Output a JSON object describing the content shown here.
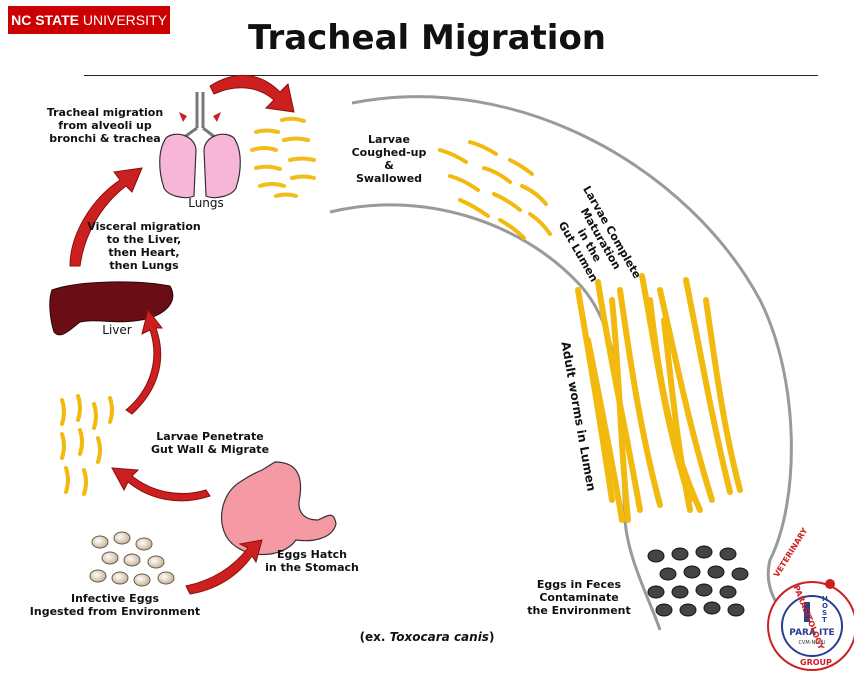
{
  "header": {
    "brand_bold": "NC STATE",
    "brand_light": "UNIVERSITY",
    "title": "Tracheal Migration"
  },
  "labels": {
    "tracheal": "Tracheal migration\nfrom alveoli up\nbronchi & trachea",
    "lungs": "Lungs",
    "visceral": "Visceral migration\nto the Liver,\nthen Heart,\nthen Lungs",
    "liver": "Liver",
    "coughed": "Larvae\nCoughed-up\n&\nSwallowed",
    "maturation": "Larvae Complete\nMaturation\nin the\nGut Lumen",
    "adult": "Adult worms in Lumen",
    "penetrate": "Larvae Penetrate\nGut Wall & Migrate",
    "hatch": "Eggs Hatch\nin the Stomach",
    "infective": "Infective Eggs\nIngested from Environment",
    "feces": "Eggs in Feces\nContaminate\nthe Environment"
  },
  "caption": {
    "prefix": "(ex. ",
    "species": "Toxocara canis",
    "suffix": ")"
  },
  "logo": {
    "ring_top": "VETERINARY",
    "ring_right": "PARASITOLOGY",
    "ring_bottom": "GROUP",
    "center": "PARA  ITE",
    "sub": "CVM-NCSU",
    "vertical": "HOST"
  },
  "colors": {
    "arrow_red": "#cc1f1f",
    "arrow_dark": "#8a0f0f",
    "worm_yellow": "#f2b90f",
    "worm_outline": "#7a5a00",
    "lung_pink": "#f7b6d8",
    "stomach_pink": "#f59aa5",
    "liver": "#6b0d14",
    "gut_line": "#9a9a9a",
    "brand_red": "#cc0000"
  }
}
